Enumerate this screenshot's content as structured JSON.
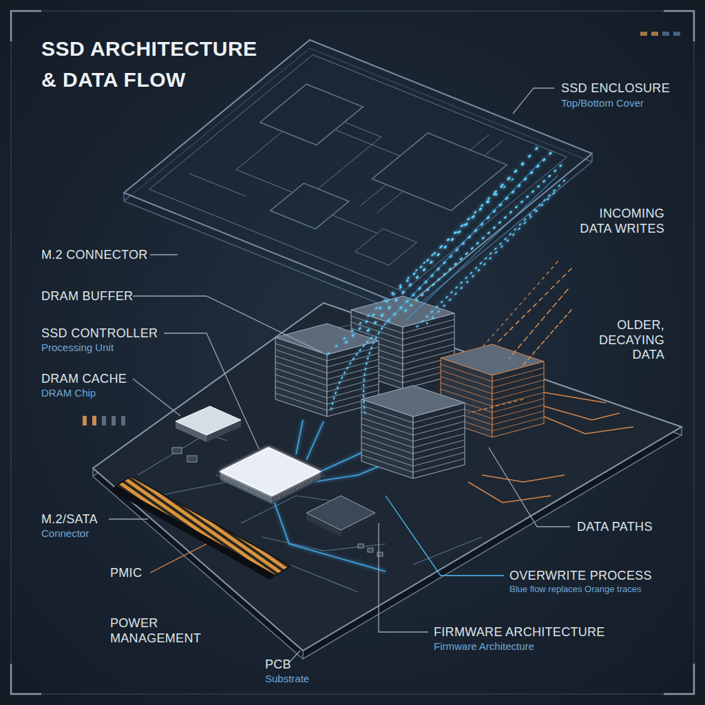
{
  "diagram": {
    "title": "SSD ARCHITECTURE & DATA FLOW",
    "labels": [
      "SSD ENCLOSURE",
      "Top/Bottom Cover",
      "INCOMING DATA WRITES",
      "M.2 CONNECTOR",
      "DRAM BUFFER",
      "SSD CONTROLLER",
      "Processing Unit",
      "OLDER, DECAYING DATA",
      "DRAM CACHE",
      "DRAM Chip",
      "M.2/SATA",
      "Connector",
      "DATA PATHS",
      "PMIC",
      "OVERWRITE PROCESS",
      "Blue flow replaces Orange traces",
      "POWER MANAGEMENT",
      "FIRMWARE ARCHITECTURE",
      "Firmware Architecture",
      "PCB",
      "Substrate"
    ]
  }
}
